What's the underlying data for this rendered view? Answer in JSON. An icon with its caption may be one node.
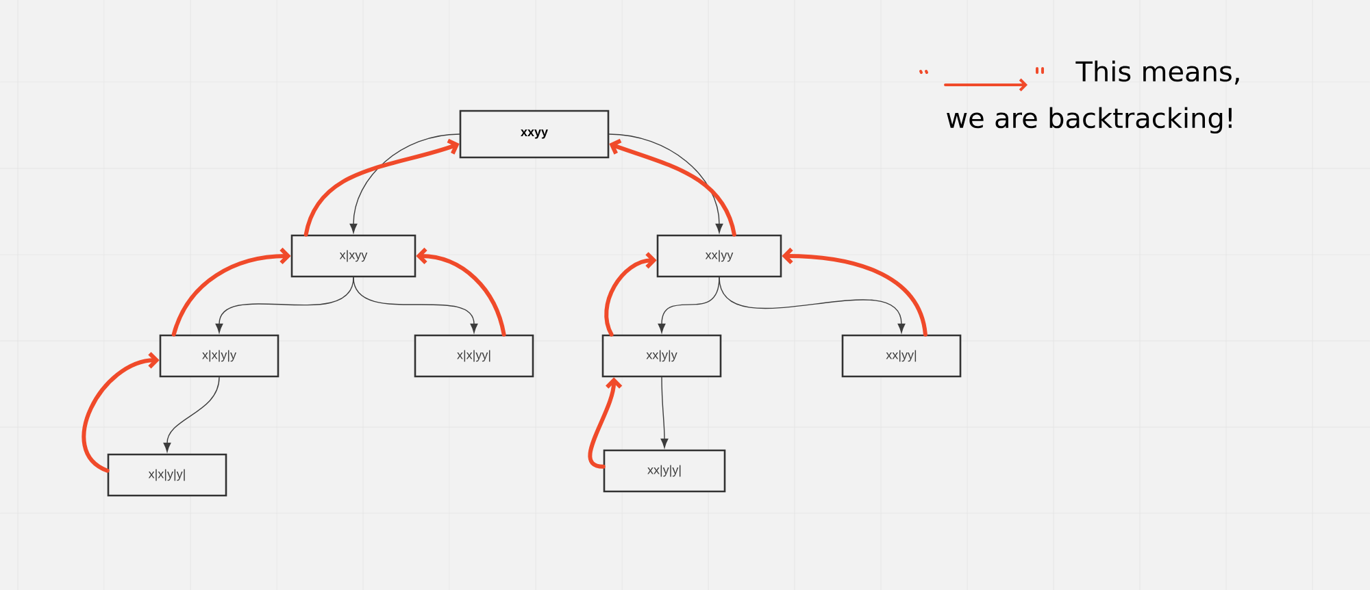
{
  "diagram": {
    "nodes": [
      {
        "text": [
          "xxyy"
        ]
      },
      {
        "text": [
          "x|xyy"
        ]
      },
      {
        "text": [
          "xx|yy"
        ]
      },
      {
        "text": [
          "x|x|y|y"
        ]
      },
      {
        "text": [
          "x|x|yy|"
        ]
      },
      {
        "text": [
          "xx|y|y"
        ]
      },
      {
        "text": [
          "xx|yy|"
        ]
      },
      {
        "text": [
          "x|x|y|y|"
        ]
      },
      {
        "text": [
          "xx|y|y|"
        ]
      }
    ],
    "edges": [
      {
        "from": 0,
        "to": 1,
        "arrow": "to"
      },
      {
        "from": 0,
        "to": 2,
        "arrow": "to"
      },
      {
        "from": 1,
        "to": 3,
        "arrow": "to"
      },
      {
        "from": 1,
        "to": 4,
        "arrow": "to"
      },
      {
        "from": 2,
        "to": 5,
        "arrow": "to"
      },
      {
        "from": 2,
        "to": 6,
        "arrow": "to"
      },
      {
        "from": 3,
        "to": 7,
        "arrow": "to"
      },
      {
        "from": 5,
        "to": 8,
        "arrow": "to"
      },
      {
        "from": 1,
        "to": 0,
        "arrow": "to",
        "style": "thick",
        "color": "#f04a2a"
      },
      {
        "from": 2,
        "to": 0,
        "arrow": "to",
        "style": "thick",
        "color": "#f04a2a"
      },
      {
        "from": 3,
        "to": 1,
        "arrow": "to",
        "style": "thick",
        "color": "#f04a2a"
      },
      {
        "from": 4,
        "to": 1,
        "arrow": "to",
        "style": "thick",
        "color": "#f04a2a"
      },
      {
        "from": 5,
        "to": 2,
        "arrow": "to",
        "style": "thick",
        "color": "#f04a2a"
      },
      {
        "from": 6,
        "to": 2,
        "arrow": "to",
        "style": "thick",
        "color": "#f04a2a"
      },
      {
        "from": 7,
        "to": 3,
        "arrow": "to",
        "style": "thick",
        "color": "#f04a2a"
      },
      {
        "from": 8,
        "to": 5,
        "arrow": "to",
        "style": "thick",
        "color": "#f04a2a"
      }
    ],
    "legend": [
      {
        "text": "This means, we are backtracking!"
      }
    ]
  }
}
